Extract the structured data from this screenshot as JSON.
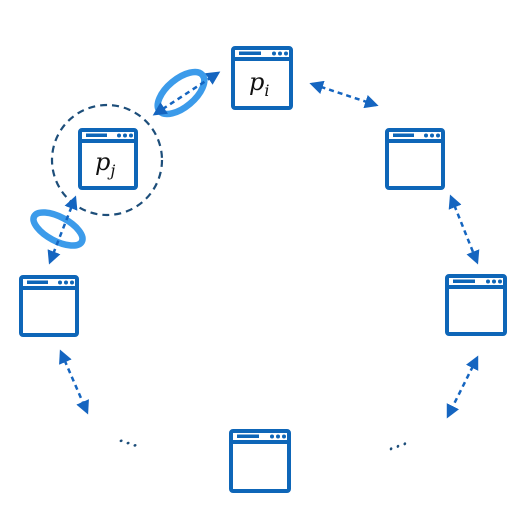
{
  "diagram": {
    "colors": {
      "window": "#0e66b8",
      "arrow": "#1565c0",
      "ring": "#3c9bea",
      "dashed_circle": "#1d4e7a",
      "label": "#111111"
    },
    "nodes": [
      {
        "id": "pi",
        "label_main": "p",
        "label_sub": "i",
        "has_label": true
      },
      {
        "id": "pj",
        "label_main": "p",
        "label_sub": "j",
        "has_label": true,
        "highlighted": true
      },
      {
        "id": "top-right",
        "has_label": false
      },
      {
        "id": "right",
        "has_label": false
      },
      {
        "id": "left",
        "has_label": false
      },
      {
        "id": "bottom",
        "has_label": false
      }
    ],
    "ellipsis": [
      "…",
      "…"
    ],
    "icon": "browser-window-icon"
  }
}
